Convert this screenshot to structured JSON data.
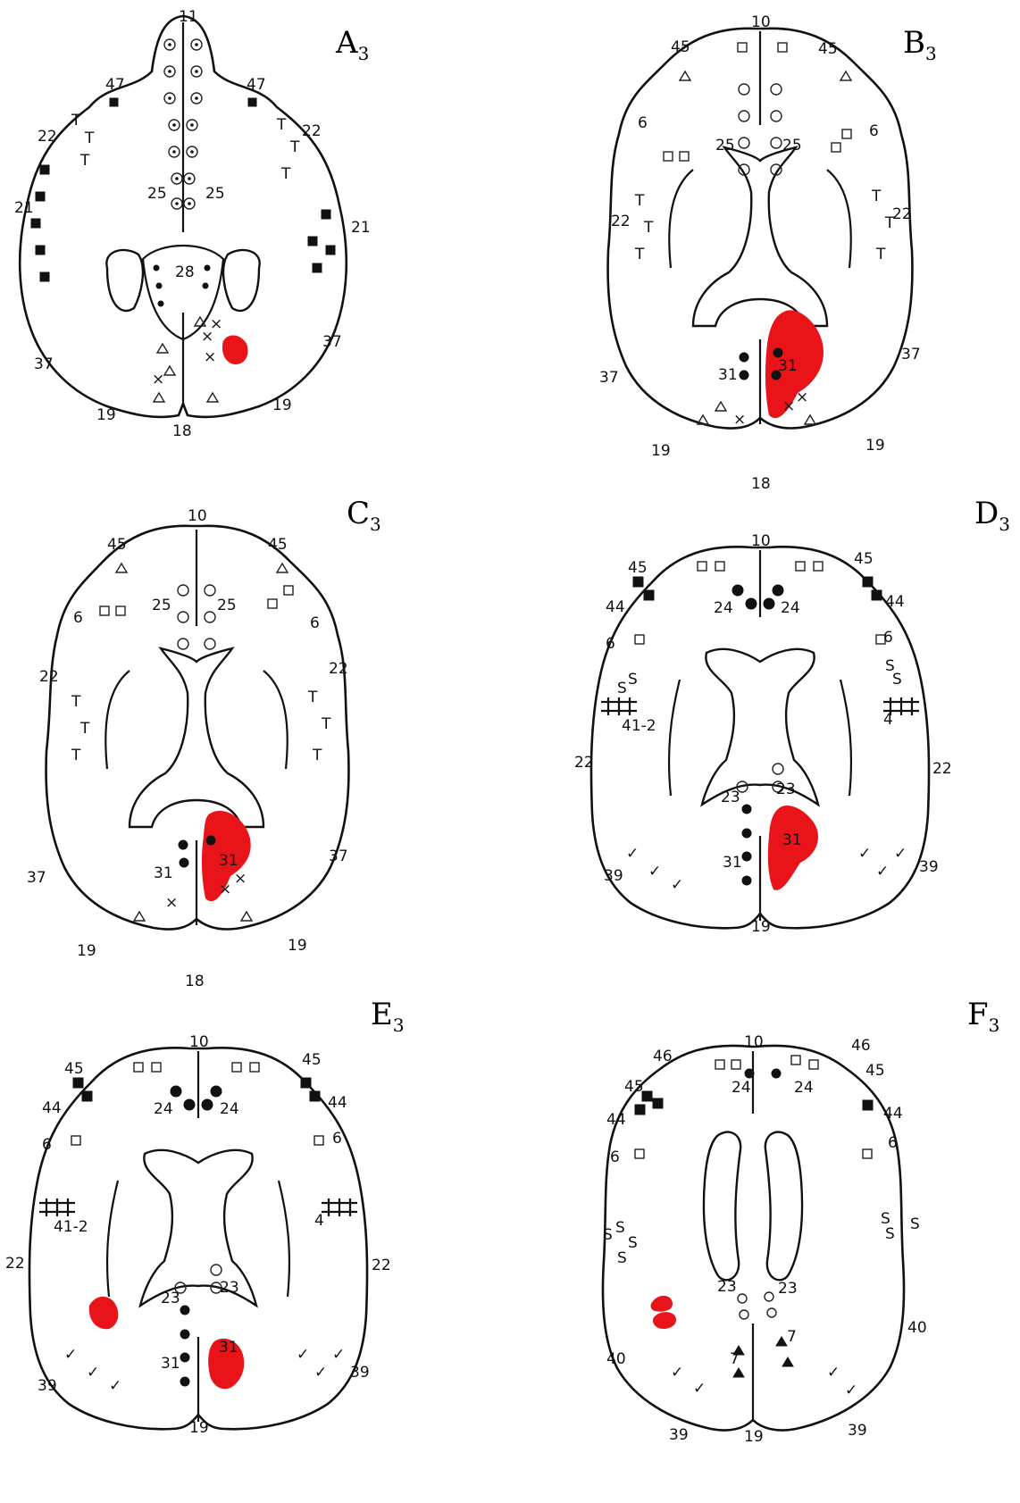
{
  "panels": [
    {
      "id": "A3",
      "letter": "A",
      "subscript": "3",
      "labels": [
        "11",
        "47",
        "47",
        "22",
        "22",
        "21",
        "21",
        "25",
        "25",
        "28",
        "37",
        "37",
        "19",
        "19",
        "18"
      ]
    },
    {
      "id": "B3",
      "letter": "B",
      "subscript": "3",
      "labels": [
        "10",
        "45",
        "45",
        "6",
        "6",
        "25",
        "25",
        "22",
        "22",
        "31",
        "31",
        "37",
        "37",
        "19",
        "19",
        "18"
      ]
    },
    {
      "id": "C3",
      "letter": "C",
      "subscript": "3",
      "labels": [
        "10",
        "45",
        "45",
        "6",
        "6",
        "25",
        "25",
        "22",
        "22",
        "31",
        "31",
        "37",
        "37",
        "19",
        "19",
        "18"
      ]
    },
    {
      "id": "D3",
      "letter": "D",
      "subscript": "3",
      "labels": [
        "10",
        "45",
        "45",
        "44",
        "44",
        "24",
        "24",
        "6",
        "6",
        "41-2",
        "4",
        "22",
        "22",
        "23",
        "23",
        "31",
        "31",
        "39",
        "39",
        "19"
      ]
    },
    {
      "id": "E3",
      "letter": "E",
      "subscript": "3",
      "labels": [
        "10",
        "45",
        "45",
        "44",
        "44",
        "24",
        "24",
        "6",
        "6",
        "41-2",
        "4",
        "22",
        "22",
        "23",
        "23",
        "31",
        "31",
        "39",
        "39",
        "19"
      ]
    },
    {
      "id": "F3",
      "letter": "F",
      "subscript": "3",
      "labels": [
        "10",
        "46",
        "46",
        "45",
        "45",
        "24",
        "24",
        "44",
        "44",
        "6",
        "6",
        "S",
        "S",
        "23",
        "23",
        "40",
        "40",
        "7",
        "7",
        "39",
        "39",
        "19"
      ]
    }
  ],
  "symbol_legend_icons": [
    "circle-dot-icon",
    "open-triangle-icon",
    "open-square-icon",
    "filled-square-icon",
    "t-mark-icon",
    "cross-mark-icon",
    "filled-circle-icon",
    "open-circle-icon",
    "check-mark-icon",
    "s-mark-icon",
    "hatch-icon",
    "filled-triangle-icon",
    "stacked-bar-icon"
  ],
  "colors": {
    "lesion": "#e8141a",
    "outline": "#111111",
    "background": "#ffffff"
  }
}
